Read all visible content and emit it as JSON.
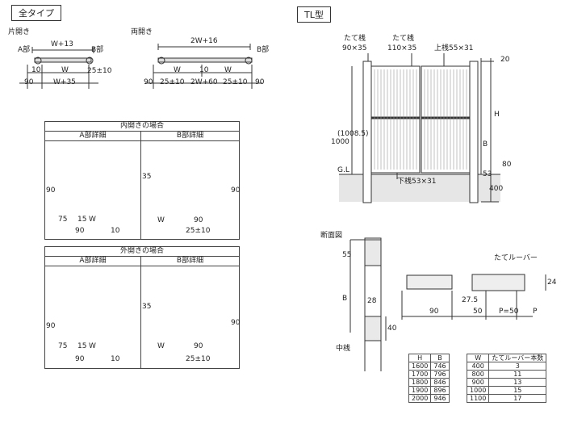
{
  "tags": {
    "all_type": "全タイプ",
    "tl_type": "TL型"
  },
  "single": {
    "title": "片開き",
    "a": "A部",
    "b": "B部",
    "w13": "W+13",
    "w": "W",
    "w35": "W+35",
    "d10": "10",
    "d90": "90",
    "d25": "25±10"
  },
  "double": {
    "title": "両開き",
    "b": "B部",
    "w2_16": "2W+16",
    "d90a": "90",
    "d25a": "25±10",
    "w1": "W",
    "d10": "10",
    "w2_60": "2W+60",
    "w2": "W",
    "d25b": "25±10",
    "d90b": "90"
  },
  "inward": {
    "header": "内開きの場合",
    "a_detail": "A部詳細",
    "b_detail": "B部詳細",
    "a": {
      "d90": "90",
      "d75": "75",
      "d15": "15",
      "w": "W",
      "d90b": "90",
      "d10": "10"
    },
    "b": {
      "d35": "35",
      "d90v": "90",
      "w": "W",
      "d90": "90",
      "d25": "25±10"
    }
  },
  "outward": {
    "header": "外開きの場合",
    "a_detail": "A部詳細",
    "b_detail": "B部詳細",
    "a": {
      "d90": "90",
      "d75": "75",
      "d15": "15",
      "w": "W",
      "d90b": "90",
      "d10": "10"
    },
    "b": {
      "d35": "35",
      "d90v": "90",
      "w": "W",
      "d90": "90",
      "d25": "25±10"
    }
  },
  "elevation": {
    "post1": "たて桟",
    "post1_size": "90×35",
    "post2": "たて桟",
    "post2_size": "110×35",
    "top_rail": "上桟55×31",
    "bottom_rail": "下桟53×31",
    "gl": "G.L",
    "d20": "20",
    "h": "H",
    "b": "B",
    "d80": "80",
    "d53": "53",
    "d400": "400",
    "d1000": "1000",
    "d1008": "(1008.5)"
  },
  "section": {
    "title": "断面図",
    "d55": "55",
    "b": "B",
    "d28": "28",
    "d40": "40",
    "middle": "中桟",
    "louver": "たてルーバー",
    "d24": "24",
    "d27_5": "27.5",
    "d90": "90",
    "d50": "50",
    "p50": "P=50",
    "p": "P"
  },
  "table1": {
    "headers": [
      "H",
      "B"
    ],
    "rows": [
      [
        "1600",
        "746"
      ],
      [
        "1700",
        "796"
      ],
      [
        "1800",
        "846"
      ],
      [
        "1900",
        "896"
      ],
      [
        "2000",
        "946"
      ]
    ]
  },
  "table2": {
    "headers": [
      "W",
      "たてルーバー本数"
    ],
    "rows": [
      [
        "400",
        "3"
      ],
      [
        "800",
        "11"
      ],
      [
        "900",
        "13"
      ],
      [
        "1000",
        "15"
      ],
      [
        "1100",
        "17"
      ]
    ]
  }
}
